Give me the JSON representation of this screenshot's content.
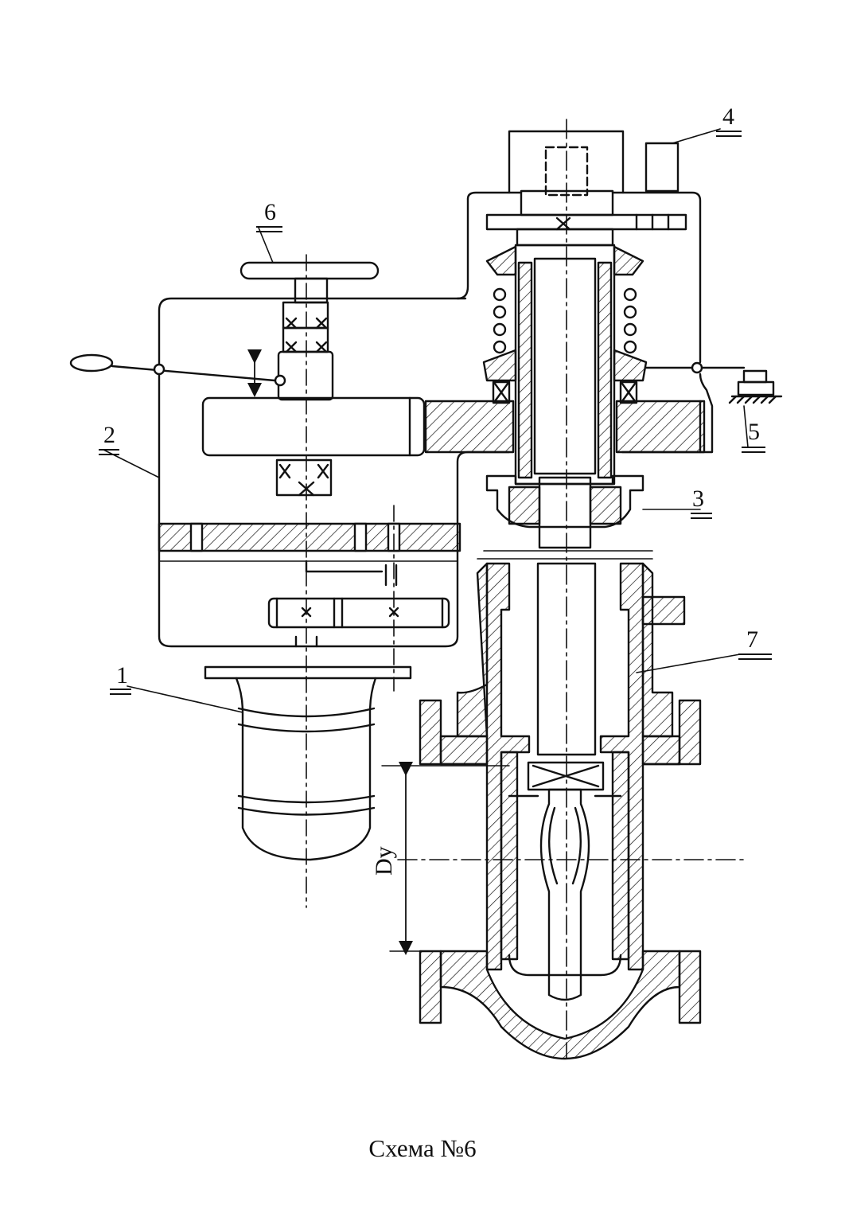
{
  "caption": "Схема №6",
  "labels": {
    "l1": "1",
    "l2": "2",
    "l3": "3",
    "l4": "4",
    "l5": "5",
    "l6": "6",
    "l7": "7"
  },
  "dimension": "Dу"
}
